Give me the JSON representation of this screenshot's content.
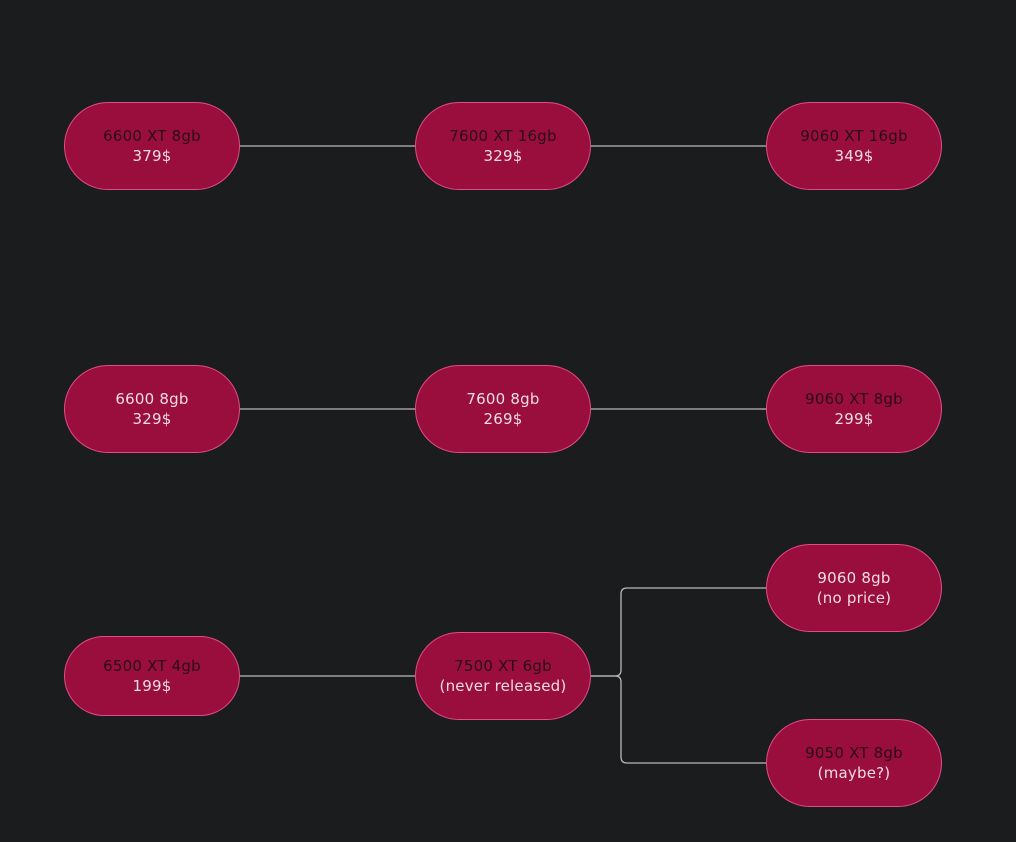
{
  "colors": {
    "background": "#1b1c1e",
    "node_fill": "#990e3d",
    "node_border": "#e34b86",
    "edge": "#b9b9b9"
  },
  "nodes": [
    {
      "id": "n6600xt",
      "line1": "6600 XT 8gb",
      "line2": "379$"
    },
    {
      "id": "n7600xt",
      "line1": "7600 XT 16gb",
      "line2": "329$"
    },
    {
      "id": "n9060xt16",
      "line1": "9060 XT 16gb",
      "line2": "349$"
    },
    {
      "id": "n6600",
      "line1": "6600 8gb",
      "line2": "329$"
    },
    {
      "id": "n7600",
      "line1": "7600 8gb",
      "line2": "269$"
    },
    {
      "id": "n9060xt8",
      "line1": "9060 XT 8gb",
      "line2": "299$"
    },
    {
      "id": "n6500xt",
      "line1": "6500 XT 4gb",
      "line2": "199$"
    },
    {
      "id": "n7500xt",
      "line1": "7500 XT 6gb",
      "line2": "(never released)"
    },
    {
      "id": "n9060",
      "line1": "9060 8gb",
      "line2": "(no price)"
    },
    {
      "id": "n9050xt",
      "line1": "9050 XT 8gb",
      "line2": "(maybe?)"
    }
  ],
  "edges": [
    {
      "from": "n6600xt",
      "to": "n7600xt"
    },
    {
      "from": "n7600xt",
      "to": "n9060xt16"
    },
    {
      "from": "n6600",
      "to": "n7600"
    },
    {
      "from": "n7600",
      "to": "n9060xt8"
    },
    {
      "from": "n6500xt",
      "to": "n7500xt"
    },
    {
      "from": "n7500xt",
      "to": "n9060"
    },
    {
      "from": "n7500xt",
      "to": "n9050xt"
    }
  ]
}
